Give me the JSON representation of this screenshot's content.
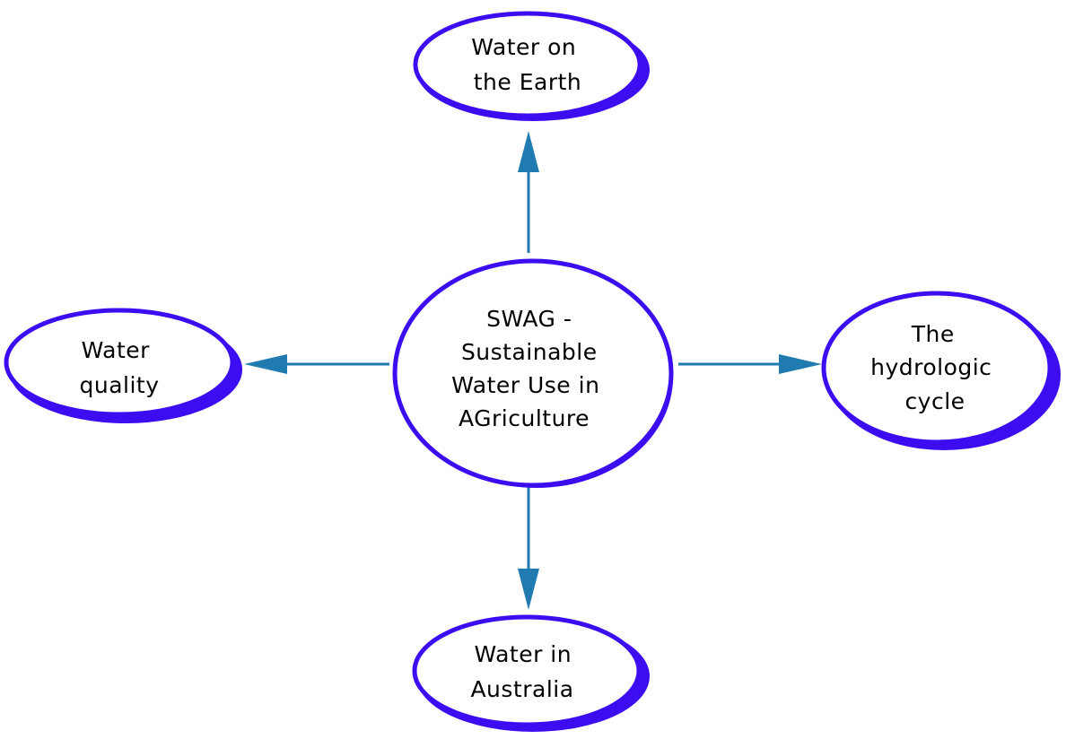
{
  "colors": {
    "node_border": "#3b0df0",
    "node_fill": "#ffffff",
    "connector": "#1f7bb0",
    "text": "#000000"
  },
  "nodes": {
    "center": {
      "lines": [
        "SWAG -",
        "Sustainable",
        "Water Use in",
        "AGriculture"
      ]
    },
    "top": {
      "lines": [
        "Water on",
        "the Earth"
      ]
    },
    "left": {
      "lines": [
        "Water",
        "quality"
      ]
    },
    "right": {
      "lines": [
        "The",
        "hydrologic",
        "cycle"
      ]
    },
    "bottom": {
      "lines": [
        "Water in",
        "Australia"
      ]
    }
  }
}
